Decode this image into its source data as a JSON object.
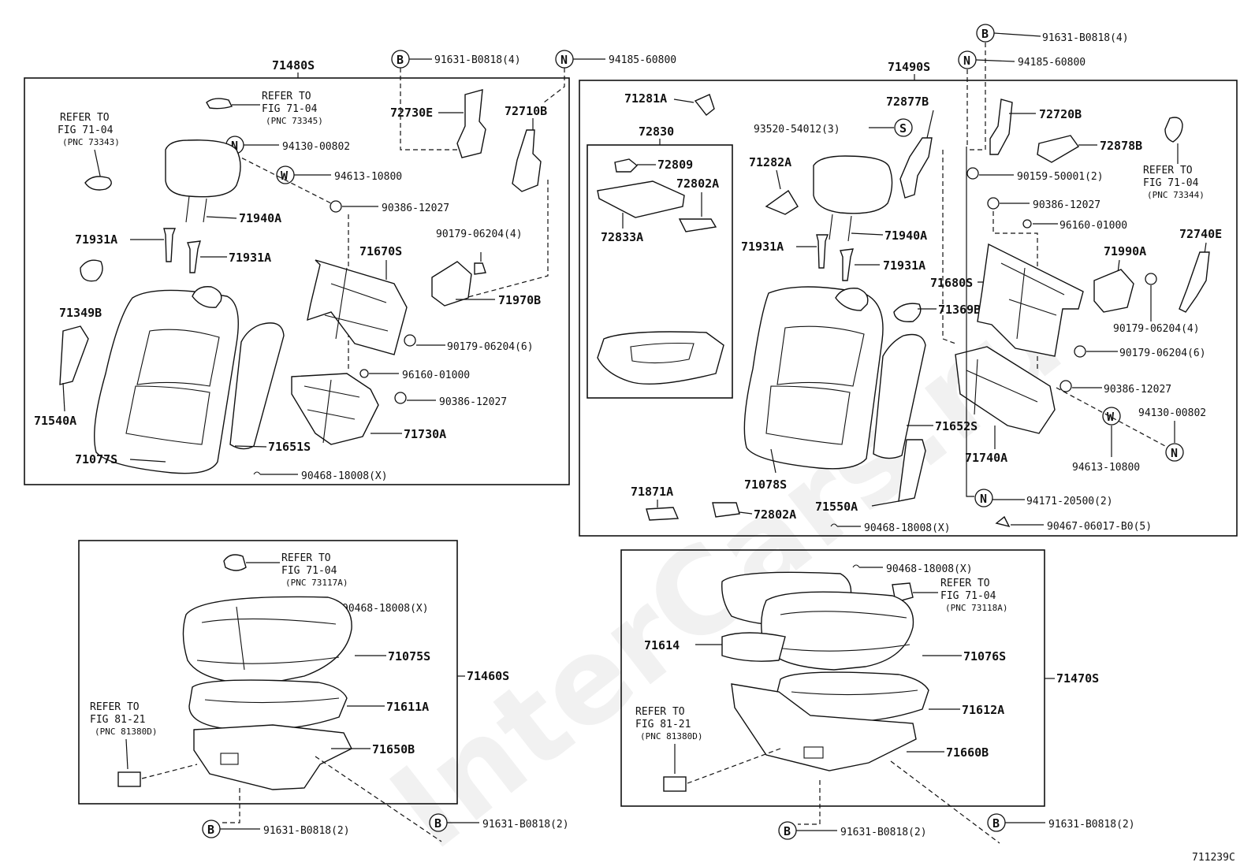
{
  "diagram_code": "711239C",
  "watermark": "InterCars.ru",
  "groups": {
    "rear_left_back": "71480S",
    "rear_right_back": "71490S",
    "left_cushion": "71460S",
    "right_cushion": "71470S",
    "sub_group": "72830"
  },
  "symbols": {
    "B": "B",
    "N": "N",
    "W": "W",
    "S": "S"
  },
  "parts": {
    "p91631_4": "91631-B0818(4)",
    "p94185": "94185-60800",
    "p72730E": "72730E",
    "p72710B": "72710B",
    "p94130": "94130-00802",
    "p94613": "94613-10800",
    "p90386": "90386-12027",
    "p71940A": "71940A",
    "p71931A": "71931A",
    "p71349B": "71349B",
    "p71670S": "71670S",
    "p90179_4": "90179-06204(4)",
    "p71970B": "71970B",
    "p90179_6": "90179-06204(6)",
    "p96160": "96160-01000",
    "p71540A": "71540A",
    "p71730A": "71730A",
    "p71651S": "71651S",
    "p71077S": "71077S",
    "p90468": "90468-18008(X)",
    "p71281A": "71281A",
    "p72809": "72809",
    "p72802A": "72802A",
    "p72833A": "72833A",
    "p72877B": "72877B",
    "p93520": "93520-54012(3)",
    "p71282A": "71282A",
    "p72720B": "72720B",
    "p72878B": "72878B",
    "p90159": "90159-50001(2)",
    "p72740E": "72740E",
    "p71990A": "71990A",
    "p71680S": "71680S",
    "p71369B": "71369B",
    "p71652S": "71652S",
    "p71740A": "71740A",
    "p71078S": "71078S",
    "p71550A": "71550A",
    "p71871A": "71871A",
    "p94171": "94171-20500(2)",
    "p90467": "90467-06017-B0(5)",
    "p71075S": "71075S",
    "p71611A": "71611A",
    "p71650B": "71650B",
    "p91631_2": "91631-B0818(2)",
    "p71614": "71614",
    "p71076S": "71076S",
    "p71612A": "71612A",
    "p71660B": "71660B"
  },
  "refs": {
    "r73345": {
      "l1": "REFER TO",
      "l2": "FIG 71-04",
      "l3": "(PNC 73345)"
    },
    "r73343": {
      "l1": "REFER TO",
      "l2": "FIG 71-04",
      "l3": "(PNC 73343)"
    },
    "r73344": {
      "l1": "REFER TO",
      "l2": "FIG 71-04",
      "l3": "(PNC 73344)"
    },
    "r73117A": {
      "l1": "REFER TO",
      "l2": "FIG 71-04",
      "l3": "(PNC 73117A)"
    },
    "r73118A": {
      "l1": "REFER TO",
      "l2": "FIG 71-04",
      "l3": "(PNC 73118A)"
    },
    "r81380D_l": {
      "l1": "REFER TO",
      "l2": "FIG 81-21",
      "l3": "(PNC 81380D)"
    },
    "r81380D_r": {
      "l1": "REFER TO",
      "l2": "FIG 81-21",
      "l3": "(PNC 81380D)"
    }
  }
}
